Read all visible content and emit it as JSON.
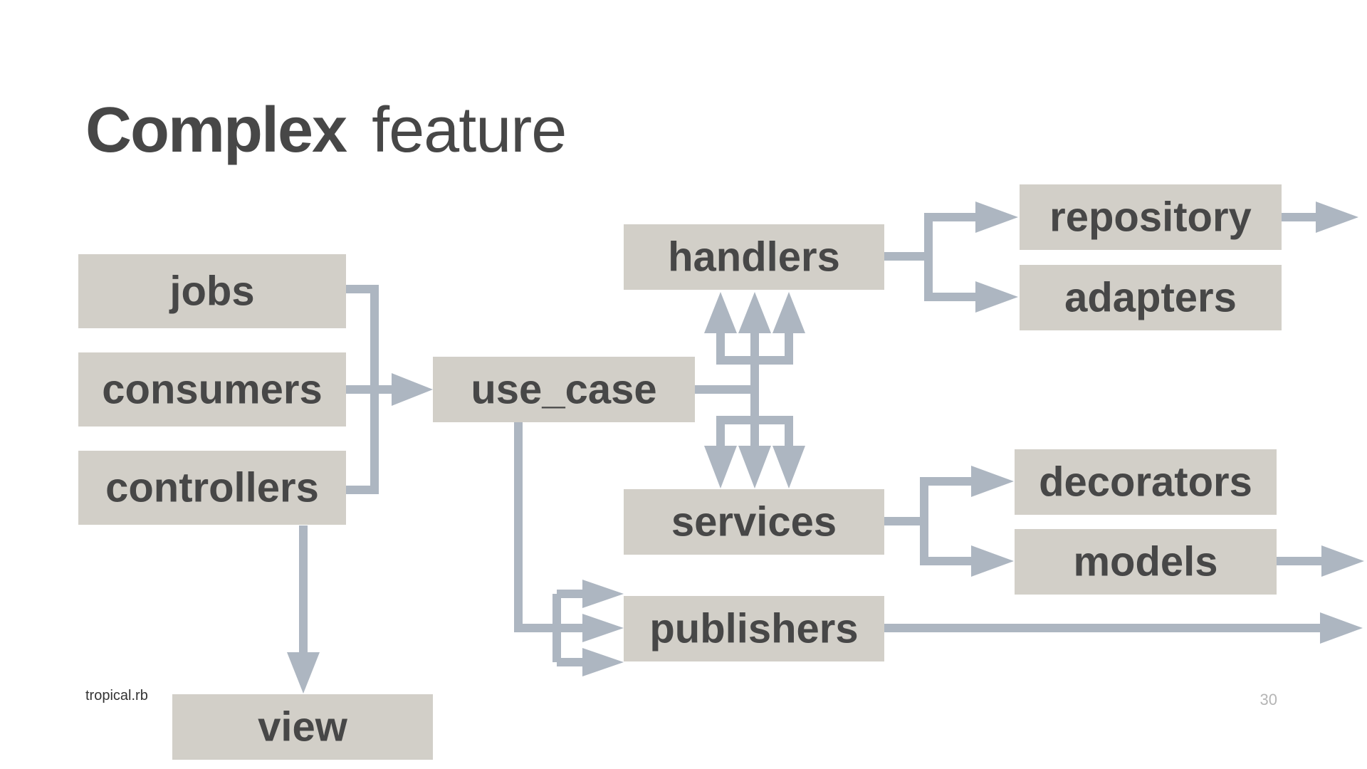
{
  "slide": {
    "title_bold": "Complex",
    "title_light": "feature",
    "footer_brand": "tropical.rb",
    "page_number": "30"
  },
  "colors": {
    "node_fill": "#d2cfc8",
    "node_text": "#474747",
    "edge": "#adb6c1",
    "title": "#474747"
  },
  "diagram": {
    "nodes": [
      {
        "id": "jobs",
        "label": "jobs"
      },
      {
        "id": "consumers",
        "label": "consumers"
      },
      {
        "id": "controllers",
        "label": "controllers"
      },
      {
        "id": "use_case",
        "label": "use_case"
      },
      {
        "id": "handlers",
        "label": "handlers"
      },
      {
        "id": "services",
        "label": "services"
      },
      {
        "id": "publishers",
        "label": "publishers"
      },
      {
        "id": "repository",
        "label": "repository"
      },
      {
        "id": "adapters",
        "label": "adapters"
      },
      {
        "id": "decorators",
        "label": "decorators"
      },
      {
        "id": "models",
        "label": "models"
      },
      {
        "id": "view",
        "label": "view"
      }
    ],
    "edges": [
      {
        "from": "jobs",
        "to": "use_case"
      },
      {
        "from": "consumers",
        "to": "use_case"
      },
      {
        "from": "controllers",
        "to": "use_case"
      },
      {
        "from": "controllers",
        "to": "view"
      },
      {
        "from": "use_case",
        "to": "handlers"
      },
      {
        "from": "use_case",
        "to": "services"
      },
      {
        "from": "use_case",
        "to": "publishers"
      },
      {
        "from": "handlers",
        "to": "repository"
      },
      {
        "from": "handlers",
        "to": "adapters"
      },
      {
        "from": "services",
        "to": "decorators"
      },
      {
        "from": "services",
        "to": "models"
      },
      {
        "from": "repository",
        "to": "external"
      },
      {
        "from": "models",
        "to": "external"
      },
      {
        "from": "publishers",
        "to": "external"
      }
    ]
  }
}
